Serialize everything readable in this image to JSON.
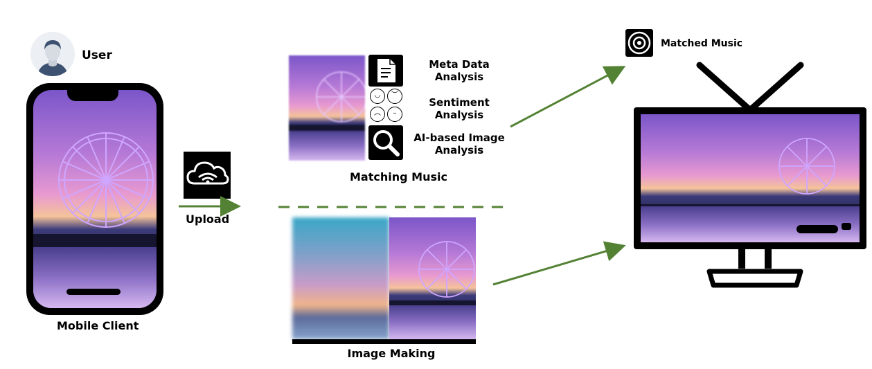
{
  "labels": {
    "user": "User",
    "mobile_client": "Mobile Client",
    "upload": "Upload",
    "meta_data": "Meta Data\nAnalysis",
    "sentiment": "Sentiment\nAnalysis",
    "ai_image": "AI-based Image\nAnalysis",
    "matching_music": "Matching Music",
    "image_making": "Image Making",
    "matched_music": "Matched Music"
  },
  "icons": [
    "user-avatar-icon",
    "cloud-upload-icon",
    "document-icon",
    "emoji-faces-icon",
    "magnifier-icon",
    "music-disc-icon",
    "tv-icon"
  ],
  "colors": {
    "arrow": "#548235",
    "dashed": "#548235"
  }
}
